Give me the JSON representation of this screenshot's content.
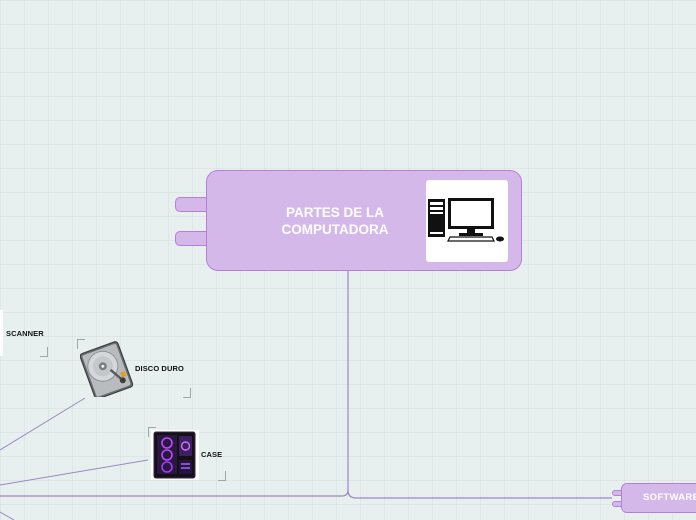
{
  "map": {
    "central": {
      "title": "PARTES DE LA COMPUTADORA",
      "image_icon": "desktop-computer-icon"
    },
    "topics": [
      {
        "label": "SCANNER",
        "image_icon": "scanner-icon"
      },
      {
        "label": "DISCO DURO",
        "image_icon": "hard-disk-icon"
      },
      {
        "label": "CASE",
        "image_icon": "pc-case-icon"
      }
    ],
    "software": {
      "label": "SOFTWARE"
    }
  },
  "colors": {
    "background": "#e8f0ef",
    "node_fill": "#d4b8ea",
    "node_border": "#b57fd9",
    "connector": "#9b86c2"
  }
}
